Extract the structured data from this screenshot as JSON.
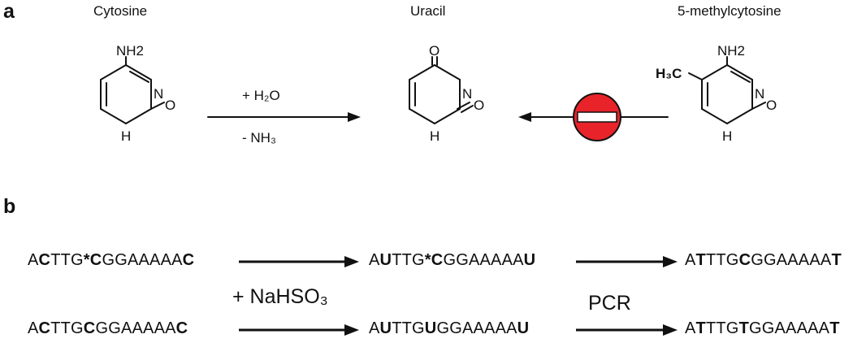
{
  "panel_a": {
    "label": "a",
    "molecules": {
      "cytosine": {
        "name": "Cytosine",
        "amino": "NH2",
        "n": "N",
        "o": "O",
        "nh": "H"
      },
      "uracil": {
        "name": "Uracil",
        "o_top": "O",
        "n": "N",
        "o": "O",
        "nh": "H"
      },
      "methylcytosine": {
        "name": "5-methylcytosine",
        "amino": "NH2",
        "methyl": "H₃C",
        "n": "N",
        "o": "O",
        "nh": "H"
      }
    },
    "reagents": {
      "water": "+ H₂O",
      "ammonia": "- NH₃"
    }
  },
  "panel_b": {
    "label": "b",
    "reagent": "+ NaHSO₃",
    "pcr": "PCR",
    "rows": [
      {
        "start": [
          [
            "A",
            false
          ],
          [
            "C",
            true
          ],
          [
            "TTG",
            false
          ],
          [
            "*C",
            true
          ],
          [
            "GGAAAAA",
            false
          ],
          [
            "C",
            true
          ]
        ],
        "middle": [
          [
            "A",
            false
          ],
          [
            "U",
            true
          ],
          [
            "TTG",
            false
          ],
          [
            "*C",
            true
          ],
          [
            "GGAAAAA",
            false
          ],
          [
            "U",
            true
          ]
        ],
        "end": [
          [
            "A",
            false
          ],
          [
            "T",
            true
          ],
          [
            "TTG",
            false
          ],
          [
            "C",
            true
          ],
          [
            "GGAAAAA",
            false
          ],
          [
            "T",
            true
          ]
        ]
      },
      {
        "start": [
          [
            "A",
            false
          ],
          [
            "C",
            true
          ],
          [
            "TTG",
            false
          ],
          [
            "C",
            true
          ],
          [
            "GGAAAAA",
            false
          ],
          [
            "C",
            true
          ]
        ],
        "middle": [
          [
            "A",
            false
          ],
          [
            "U",
            true
          ],
          [
            "TTG",
            false
          ],
          [
            "U",
            true
          ],
          [
            "GGAAAAA",
            false
          ],
          [
            "U",
            true
          ]
        ],
        "end": [
          [
            "A",
            false
          ],
          [
            "T",
            true
          ],
          [
            "TTG",
            false
          ],
          [
            "T",
            true
          ],
          [
            "GGAAAAA",
            false
          ],
          [
            "T",
            true
          ]
        ]
      }
    ]
  },
  "colors": {
    "stop_sign": "#e8232a",
    "ink": "#111111"
  }
}
